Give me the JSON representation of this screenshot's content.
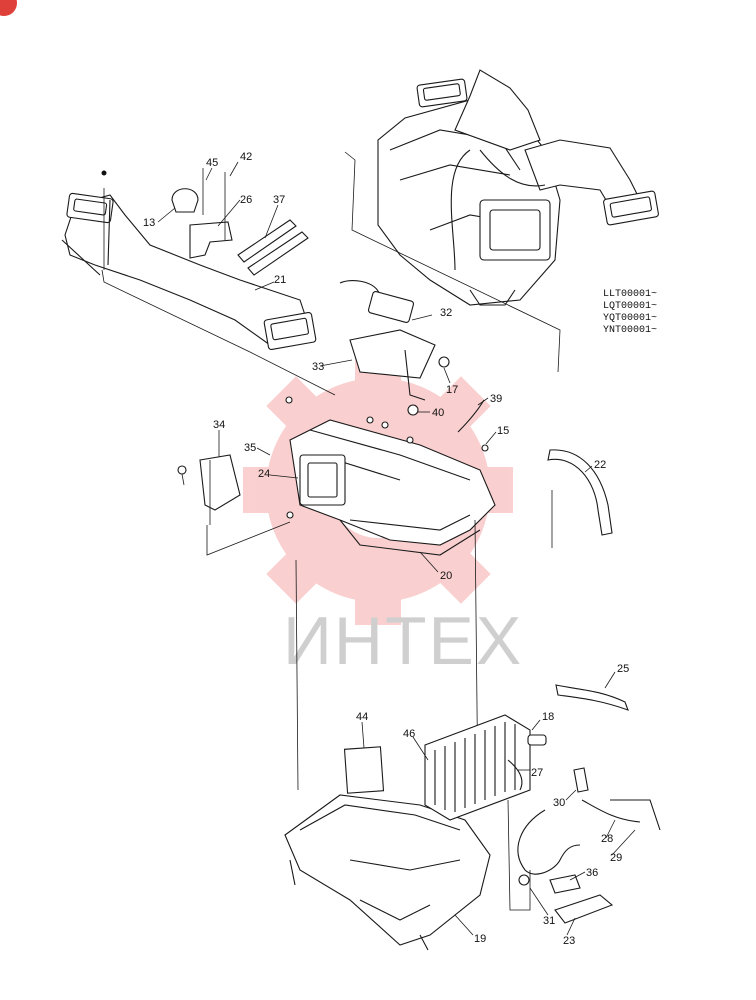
{
  "watermark": {
    "text": "ИНТЕХ"
  },
  "serials": [
    "LLT00001~",
    "LQT00001~",
    "YQT00001~",
    "YNT00001~"
  ],
  "callouts": [
    {
      "id": "c45",
      "label": "45"
    },
    {
      "id": "c42",
      "label": "42"
    },
    {
      "id": "c13",
      "label": "13"
    },
    {
      "id": "c26",
      "label": "26"
    },
    {
      "id": "c37",
      "label": "37"
    },
    {
      "id": "c21",
      "label": "21"
    },
    {
      "id": "c32",
      "label": "32"
    },
    {
      "id": "c33",
      "label": "33"
    },
    {
      "id": "c17",
      "label": "17"
    },
    {
      "id": "c40",
      "label": "40"
    },
    {
      "id": "c39",
      "label": "39"
    },
    {
      "id": "c15",
      "label": "15"
    },
    {
      "id": "c34",
      "label": "34"
    },
    {
      "id": "c35",
      "label": "35"
    },
    {
      "id": "c24",
      "label": "24"
    },
    {
      "id": "c22",
      "label": "22"
    },
    {
      "id": "c20",
      "label": "20"
    },
    {
      "id": "c25",
      "label": "25"
    },
    {
      "id": "c18",
      "label": "18"
    },
    {
      "id": "c44",
      "label": "44"
    },
    {
      "id": "c46",
      "label": "46"
    },
    {
      "id": "c27",
      "label": "27"
    },
    {
      "id": "c30",
      "label": "30"
    },
    {
      "id": "c28",
      "label": "28"
    },
    {
      "id": "c29",
      "label": "29"
    },
    {
      "id": "c36",
      "label": "36"
    },
    {
      "id": "c31",
      "label": "31"
    },
    {
      "id": "c23",
      "label": "23"
    },
    {
      "id": "c19",
      "label": "19"
    }
  ]
}
